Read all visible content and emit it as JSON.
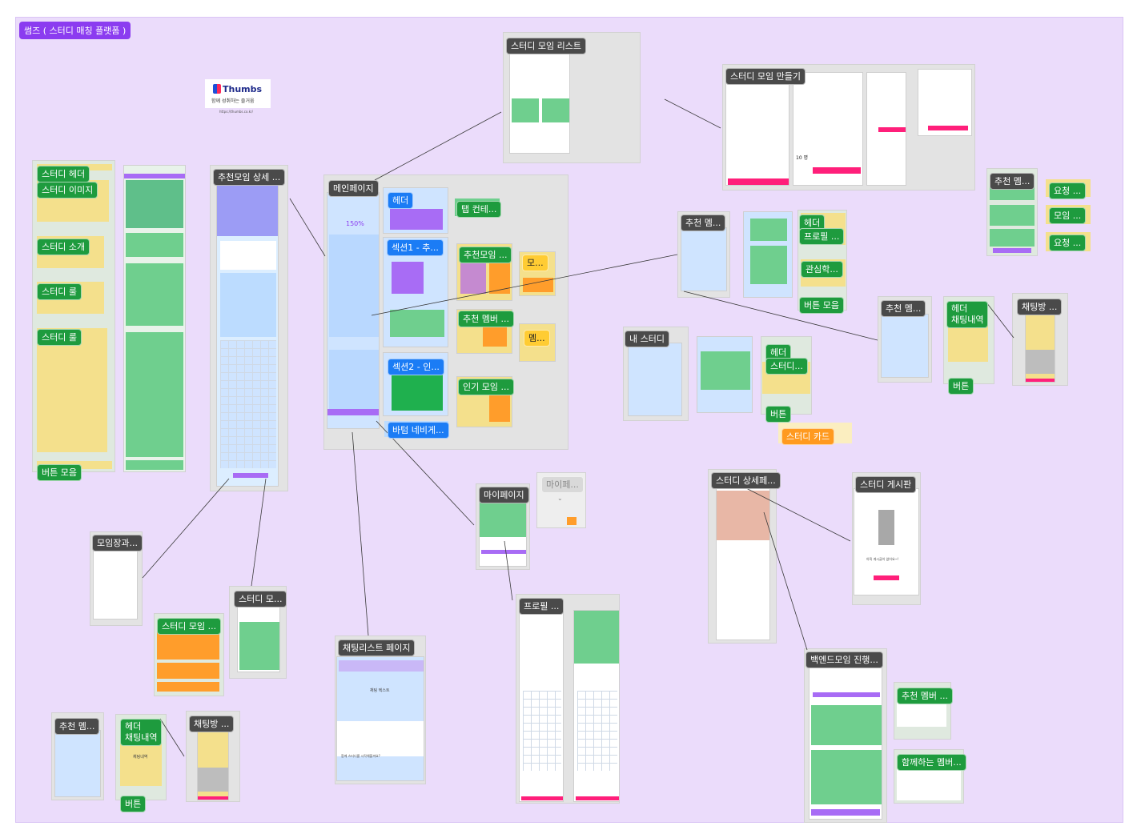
{
  "board": {
    "title": "썸즈 ( 스터디 매칭 플랫폼 )"
  },
  "logo": {
    "name": "Thumbs",
    "tagline": "함께 성취하는 즐거움",
    "url": "https://thumbs.co.kr/"
  },
  "labels": {
    "study_list": "스터디 모임 리스트",
    "study_create": "스터디 모임 만들기",
    "study_header": "스터디 헤더",
    "study_image": "스터디 이미지",
    "study_intro": "스터디 소개",
    "study_rule1": "스터디 룰",
    "study_rule2": "스터디 룰",
    "button_group_left": "버튼 모음",
    "recommend_detail": "추천모임 상세 ...",
    "main_page": "메인페이지",
    "main_header": "헤더",
    "section1": "섹션1 - 추...",
    "section2": "섹션2 - 인...",
    "bottom_nav": "바텀 네비게...",
    "tab_container": "탭 컨테...",
    "recommend_group": "추천모임 ...",
    "group_small": "모...",
    "recommend_member": "추천 멤버 ...",
    "member_small": "멤...",
    "popular_group": "인기 모임 ...",
    "rec_member_top": "추천 멤...",
    "header2": "헤더",
    "profile": "프로필 ...",
    "interest": "관심학...",
    "button_group2": "버튼 모음",
    "rec_member_right": "추천 멤...",
    "request1": "요청 ...",
    "group_right": "모임 ...",
    "request2": "요청 ...",
    "rec_member_mid": "추천 멤...",
    "header_chat": "헤더\n채팅내역",
    "chat_room_right": "채팅방 ...",
    "button_right": "버튼",
    "my_study": "내 스터디",
    "header3": "헤더",
    "study_dots": "스터디...",
    "button3": "버튼",
    "study_card": "스터디 카드",
    "mypage": "마이페이지",
    "mypage_gray": "마이페...",
    "study_detail": "스터디 상세페...",
    "study_board": "스터디 게시판",
    "group_manage": "모임장과...",
    "study_group_small": "스터디 모...",
    "study_group_orange": "스터디 모임 ...",
    "chat_list": "채팅리스트 페이지",
    "profile_page": "프로필 ...",
    "backend_group": "백엔드모임 진행...",
    "rec_member_br": "추천 멤버 ...",
    "together_member": "함께하는 멤버...",
    "rec_member_bl": "추천 멤...",
    "header_chat_bl": "헤더\n채팅내역",
    "chat_room_bl": "채팅방 ...",
    "button_bl": "버튼"
  },
  "snippets": {
    "count": "10 명",
    "chat_text": "채팅 텍스트",
    "chat_record": "채팅내역",
    "empty_board": "아직 게시글이 없어요~!",
    "join_question": "함께 스터디를 시작해볼까요?",
    "banner_big": "150%"
  },
  "colors": {
    "board": "#ebdcfb",
    "accent_purple": "#8b3cf0",
    "label_green": "#1e9b3e",
    "label_blue": "#1b7cf5",
    "label_orange": "#ff9a1f",
    "brand_pink": "#ff1f7a"
  },
  "icons": [
    "arrow-down-icon",
    "heart-icon",
    "home-icon",
    "chat-icon",
    "user-icon"
  ]
}
